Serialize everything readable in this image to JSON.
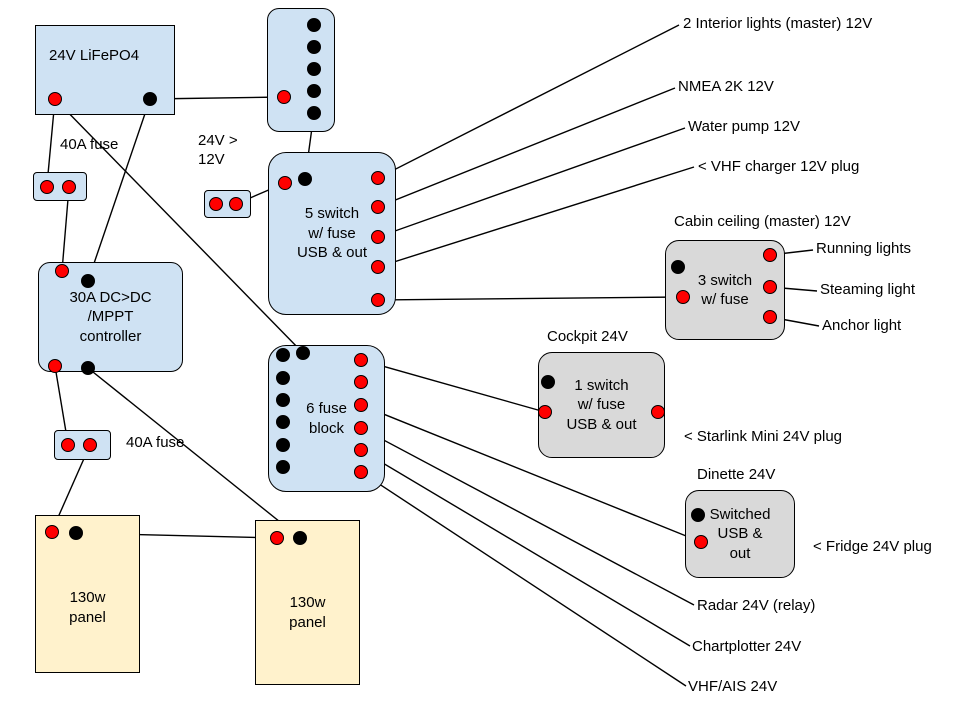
{
  "colors": {
    "box_blue": "#cfe2f3",
    "box_yellow": "#fff2cc",
    "box_gray": "#d9d9d9",
    "dot_red": "#ff0000",
    "dot_black": "#000000",
    "wire": "#000000",
    "background": "#ffffff"
  },
  "boxes": {
    "battery": {
      "label": "24V LiFePO4"
    },
    "busbar": {
      "label": ""
    },
    "fuse_top": {
      "label": "40A fuse"
    },
    "converter": {
      "label": "24V >\n12V"
    },
    "switch5": {
      "label": "5 switch\nw/ fuse\nUSB & out"
    },
    "controller": {
      "label": "30A DC>DC\n/MPPT\ncontroller"
    },
    "fuse_bottom": {
      "label": "40A fuse"
    },
    "panel1": {
      "label": "130w\npanel"
    },
    "panel2": {
      "label": "130w\npanel"
    },
    "fuse6": {
      "label": "6 fuse\nblock"
    },
    "cockpit": {
      "title": "Cockpit 24V",
      "label": "1 switch\nw/ fuse\nUSB & out"
    },
    "cabin": {
      "title": "Cabin ceiling (master) 12V",
      "label": "3 switch\nw/ fuse"
    },
    "dinette": {
      "title": "Dinette 24V",
      "label": "Switched\nUSB &\nout"
    }
  },
  "labels": {
    "interior_lights": "2 Interior lights (master) 12V",
    "nmea": "NMEA 2K 12V",
    "water_pump": "Water pump 12V",
    "vhf_charger": "< VHF charger 12V plug",
    "running_lights": "Running lights",
    "steaming_light": "Steaming light",
    "anchor_light": "Anchor light",
    "starlink": "< Starlink Mini 24V plug",
    "fridge": "< Fridge 24V plug",
    "radar": "Radar 24V (relay)",
    "chartplotter": "Chartplotter 24V",
    "vhf_ais": "VHF/AIS 24V"
  },
  "diagram": {
    "dots": [
      [
        55,
        99,
        "r"
      ],
      [
        150,
        99,
        "b"
      ],
      [
        284,
        97,
        "r"
      ],
      [
        314,
        25,
        "b"
      ],
      [
        314,
        47,
        "b"
      ],
      [
        314,
        69,
        "b"
      ],
      [
        314,
        91,
        "b"
      ],
      [
        314,
        113,
        "b"
      ],
      [
        47,
        187,
        "r"
      ],
      [
        69,
        187,
        "r"
      ],
      [
        216,
        204,
        "r"
      ],
      [
        236,
        204,
        "r"
      ],
      [
        285,
        183,
        "r"
      ],
      [
        305,
        179,
        "b"
      ],
      [
        378,
        178,
        "r"
      ],
      [
        378,
        207,
        "r"
      ],
      [
        378,
        237,
        "r"
      ],
      [
        378,
        267,
        "r"
      ],
      [
        378,
        300,
        "r"
      ],
      [
        62,
        271,
        "r"
      ],
      [
        88,
        281,
        "b"
      ],
      [
        55,
        366,
        "r"
      ],
      [
        88,
        368,
        "b"
      ],
      [
        68,
        445,
        "r"
      ],
      [
        90,
        445,
        "r"
      ],
      [
        52,
        532,
        "r"
      ],
      [
        76,
        533,
        "b"
      ],
      [
        277,
        538,
        "r"
      ],
      [
        300,
        538,
        "b"
      ],
      [
        283,
        355,
        "b"
      ],
      [
        283,
        378,
        "b"
      ],
      [
        283,
        400,
        "b"
      ],
      [
        283,
        422,
        "b"
      ],
      [
        283,
        445,
        "b"
      ],
      [
        283,
        467,
        "b"
      ],
      [
        303,
        353,
        "b"
      ],
      [
        361,
        360,
        "r"
      ],
      [
        361,
        382,
        "r"
      ],
      [
        361,
        405,
        "r"
      ],
      [
        361,
        428,
        "r"
      ],
      [
        361,
        450,
        "r"
      ],
      [
        361,
        472,
        "r"
      ],
      [
        548,
        382,
        "b"
      ],
      [
        545,
        412,
        "r"
      ],
      [
        658,
        412,
        "r"
      ],
      [
        678,
        267,
        "b"
      ],
      [
        683,
        297,
        "r"
      ],
      [
        770,
        255,
        "r"
      ],
      [
        770,
        287,
        "r"
      ],
      [
        770,
        317,
        "r"
      ],
      [
        698,
        515,
        "b"
      ],
      [
        701,
        542,
        "r"
      ]
    ],
    "wires": [
      [
        55,
        99,
        47,
        185
      ],
      [
        69,
        187,
        62,
        271
      ],
      [
        150,
        99,
        88,
        281
      ],
      [
        150,
        99,
        284,
        97
      ],
      [
        55,
        99,
        303,
        353
      ],
      [
        55,
        366,
        68,
        444
      ],
      [
        90,
        445,
        52,
        531
      ],
      [
        76,
        533,
        277,
        538
      ],
      [
        88,
        368,
        300,
        538
      ],
      [
        236,
        204,
        285,
        183
      ],
      [
        314,
        113,
        305,
        179
      ],
      [
        378,
        178,
        679,
        25
      ],
      [
        378,
        207,
        675,
        88
      ],
      [
        378,
        237,
        685,
        128
      ],
      [
        378,
        267,
        694,
        167
      ],
      [
        378,
        300,
        683,
        297
      ],
      [
        770,
        255,
        813,
        250
      ],
      [
        770,
        287,
        817,
        291
      ],
      [
        770,
        317,
        819,
        326
      ],
      [
        361,
        360,
        545,
        412
      ],
      [
        361,
        405,
        701,
        542
      ],
      [
        361,
        428,
        694,
        605
      ],
      [
        361,
        450,
        690,
        646
      ],
      [
        361,
        472,
        686,
        686
      ]
    ]
  }
}
